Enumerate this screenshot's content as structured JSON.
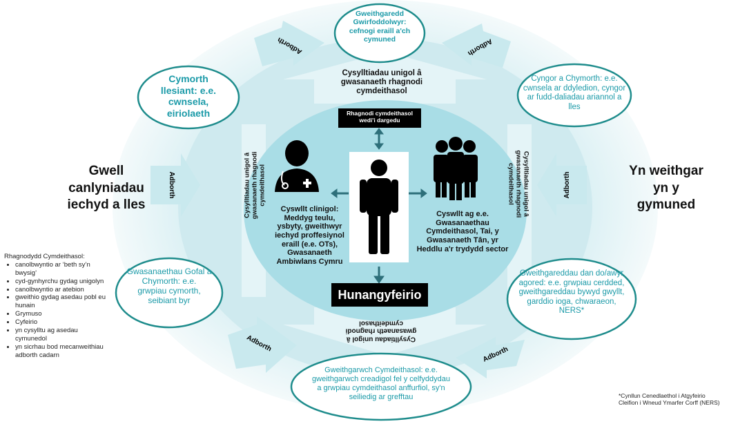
{
  "left_title": "Gwell canlyniadau iechyd a lles",
  "right_title": "Yn weithgar yn y gymuned",
  "center": {
    "target_box": "Rhagnodi cymdeithasol wedi'i dargedu",
    "self_referral": "Hunangyfeirio",
    "top_label": "Cysylltiadau unigol â gwasanaeth rhagnodi cymdeithasol",
    "left_vertical": "Cysylltiadau unigol â gwasanaeth rhagnodi cymdeithasol",
    "right_vertical": "Cysylltiadau unigol â gwasanaeth rhagnodi cymdeithasol",
    "bottom_upside_down": "Cysylltiadau unigol â gwasanaeth rhagnodi cymdeithasol",
    "clinical_contact": "Cyswllt clinigol: Meddyg teulu, ysbyty, gweithwyr iechyd proffesiynol eraill (e.e. OTs), Gwasanaeth Ambiwlans Cymru",
    "other_contact": "Cyswllt ag e.e. Gwasanaethau Cymdeithasol, Tai, y Gwasanaeth Tân, yr Heddlu a'r trydydd sector"
  },
  "ovals": {
    "top": "Gweithgaredd Gwirfoddolwyr: cefnogi eraill a'ch cymuned",
    "upper_left": "Cymorth llesiant: e.e. cwnsela, eiriolaeth",
    "upper_right": "Cyngor a Chymorth: e.e. cwnsela ar ddyledion, cyngor ar fudd-daliadau ariannol a lles",
    "lower_left": "Gwasanaethau Gofal a Chymorth: e.e. grwpiau cymorth, seibiant byr",
    "lower_right": "Gweithgareddau dan do/awyr agored: e.e. grwpiau cerdded, gweithgareddau bywyd gwyllt, garddio ioga, chwaraeon, NERS*",
    "bottom": "Gweithgarwch Cymdeithasol: e.e. gweithgarwch creadigol fel y celfyddydau a grwpiau cymdeithasol anffurfiol, sy'n seiliedig ar grefftau"
  },
  "feedback_label": "Adborth",
  "legend": {
    "title": "Rhagnodydd Cymdeithasol:",
    "items": [
      "canolbwyntio ar ‘beth sy’n bwysig’",
      "cyd-gynhyrchu gydag unigolyn",
      "canolbwyntio ar atebion",
      "gweithio gydag asedau pobl eu hunain",
      "Grymuso",
      "Cyfeirio",
      "yn cysylltu ag asedau cymunedol",
      "yn sicrhau bod mecanweithiau adborth cadarn"
    ]
  },
  "footnote": "*Cynllun Cenedlaethol i Atgyfeirio Cleifion i Wneud Ymarfer Corff (NERS)",
  "colors": {
    "outer_ring": "#e4f3f6",
    "inner_ring": "#c5e8ee",
    "center_disc": "#a9dde6",
    "arrow": "#c9e9ee",
    "oval_border": "#1e8c8c",
    "oval_text": "#1b9aa8",
    "dark_arrow": "#2d6f7a"
  },
  "icons": [
    "doctor-icon",
    "person-icon",
    "group-icon"
  ]
}
